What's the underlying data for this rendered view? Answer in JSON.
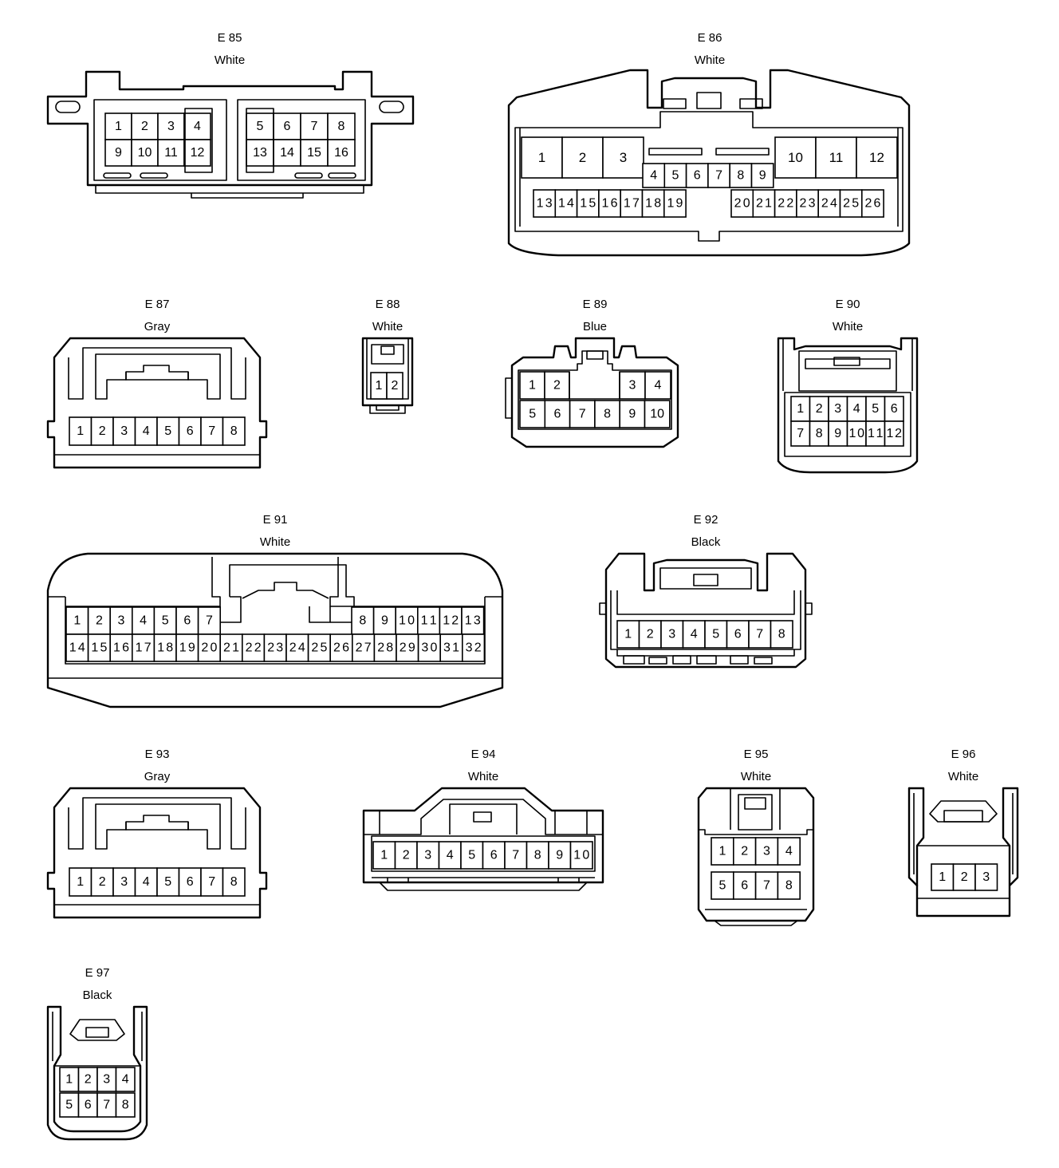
{
  "connectors": [
    {
      "id": "E 85",
      "color": "White",
      "pins": [
        "1",
        "2",
        "3",
        "4",
        "5",
        "6",
        "7",
        "8",
        "9",
        "10",
        "11",
        "12",
        "13",
        "14",
        "15",
        "16"
      ]
    },
    {
      "id": "E 86",
      "color": "White",
      "pins": [
        "1",
        "2",
        "3",
        "4",
        "5",
        "6",
        "7",
        "8",
        "9",
        "10",
        "11",
        "12",
        "13",
        "14",
        "15",
        "16",
        "17",
        "18",
        "19",
        "20",
        "21",
        "22",
        "23",
        "24",
        "25",
        "26"
      ]
    },
    {
      "id": "E 87",
      "color": "Gray",
      "pins": [
        "1",
        "2",
        "3",
        "4",
        "5",
        "6",
        "7",
        "8"
      ]
    },
    {
      "id": "E 88",
      "color": "White",
      "pins": [
        "1",
        "2"
      ]
    },
    {
      "id": "E 89",
      "color": "Blue",
      "pins": [
        "1",
        "2",
        "3",
        "4",
        "5",
        "6",
        "7",
        "8",
        "9",
        "10"
      ]
    },
    {
      "id": "E 90",
      "color": "White",
      "pins": [
        "1",
        "2",
        "3",
        "4",
        "5",
        "6",
        "7",
        "8",
        "9",
        "10",
        "11",
        "12"
      ]
    },
    {
      "id": "E 91",
      "color": "White",
      "pins": [
        "1",
        "2",
        "3",
        "4",
        "5",
        "6",
        "7",
        "8",
        "9",
        "10",
        "11",
        "12",
        "13",
        "14",
        "15",
        "16",
        "17",
        "18",
        "19",
        "20",
        "21",
        "22",
        "23",
        "24",
        "25",
        "26",
        "27",
        "28",
        "29",
        "30",
        "31",
        "32"
      ]
    },
    {
      "id": "E 92",
      "color": "Black",
      "pins": [
        "1",
        "2",
        "3",
        "4",
        "5",
        "6",
        "7",
        "8"
      ]
    },
    {
      "id": "E 93",
      "color": "Gray",
      "pins": [
        "1",
        "2",
        "3",
        "4",
        "5",
        "6",
        "7",
        "8"
      ]
    },
    {
      "id": "E 94",
      "color": "White",
      "pins": [
        "1",
        "2",
        "3",
        "4",
        "5",
        "6",
        "7",
        "8",
        "9",
        "10"
      ]
    },
    {
      "id": "E 95",
      "color": "White",
      "pins": [
        "1",
        "2",
        "3",
        "4",
        "5",
        "6",
        "7",
        "8"
      ]
    },
    {
      "id": "E 96",
      "color": "White",
      "pins": [
        "1",
        "2",
        "3"
      ]
    },
    {
      "id": "E 97",
      "color": "Black",
      "pins": [
        "1",
        "2",
        "3",
        "4",
        "5",
        "6",
        "7",
        "8"
      ]
    }
  ]
}
